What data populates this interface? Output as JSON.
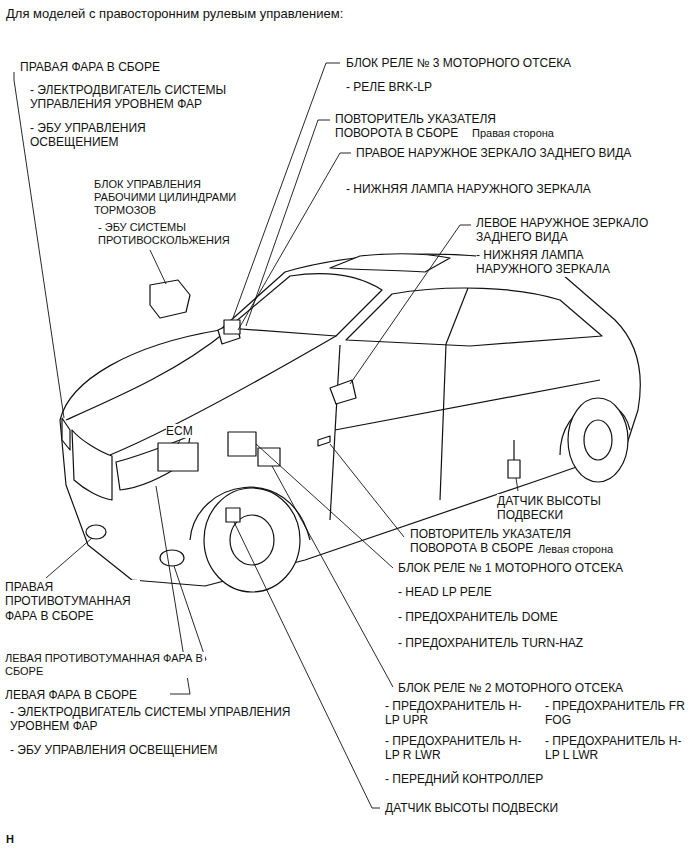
{
  "diagram": {
    "title": "Для моделей с правосторонним рулевым управлением:",
    "labels": [
      "ПРАВАЯ ФАРА В СБОРЕ",
      "- ЭЛЕКТРОДВИГАТЕЛЬ СИСТЕМЫ УПРАВЛЕНИЯ УРОВНЕМ ФАР",
      "- ЭБУ УПРАВЛЕНИЯ ОСВЕЩЕНИЕМ",
      "БЛОК УПРАВЛЕНИЯ РАБОЧИМИ ЦИЛИНДРАМИ ТОРМОЗОВ",
      "- ЭБУ СИСТЕМЫ ПРОТИВОСКОЛЬЖЕНИЯ",
      "БЛОК РЕЛЕ № 3 МОТОРНОГО ОТСЕКА",
      "- РЕЛЕ BRK-LP",
      "ПОВТОРИТЕЛЬ УКАЗАТЕЛЯ ПОВОРОТА В СБОРЕ",
      "Правая сторона",
      "ПРАВОЕ НАРУЖНОЕ ЗЕРКАЛО ЗАДНЕГО ВИДА",
      "- НИЖНЯЯ ЛАМПА НАРУЖНОГО ЗЕРКАЛА",
      "ЛЕВОЕ НАРУЖНОЕ ЗЕРКАЛО ЗАДНЕГО ВИДА",
      "- НИЖНЯЯ ЛАМПА НАРУЖНОГО ЗЕРКАЛА",
      "ECM",
      "ДАТЧИК ВЫСОТЫ ПОДВЕСКИ",
      "ПОВТОРИТЕЛЬ УКАЗАТЕЛЯ ПОВОРОТА В СБОРЕ",
      "Левая сторона",
      "БЛОК РЕЛЕ № 1 МОТОРНОГО ОТСЕКА",
      "- HEAD LP РЕЛЕ",
      "- ПРЕДОХРАНИТЕЛЬ DOME",
      "- ПРЕДОХРАНИТЕЛЬ TURN-HAZ",
      "ПРАВАЯ ПРОТИВОТУМАННАЯ ФАРА В СБОРЕ",
      "ЛЕВАЯ ПРОТИВОТУМАННАЯ ФАРА В СБОРЕ",
      "ЛЕВАЯ ФАРА В СБОРЕ",
      "- ЭЛЕКТРОДВИГАТЕЛЬ СИСТЕМЫ УПРАВЛЕНИЯ УРОВНЕМ ФАР",
      "- ЭБУ УПРАВЛЕНИЯ ОСВЕЩЕНИЕМ",
      "БЛОК РЕЛЕ № 2 МОТОРНОГО ОТСЕКА",
      "- ПРЕДОХРАНИТЕЛЬ H-LP UPR",
      "- ПРЕДОХРАНИТЕЛЬ FR FOG",
      "- ПРЕДОХРАНИТЕЛЬ H-LP R LWR",
      "- ПРЕДОХРАНИТЕЛЬ H-LP L LWR",
      "- ПЕРЕДНИЙ КОНТРОЛЛЕР",
      "ДАТЧИК ВЫСОТЫ ПОДВЕСКИ",
      "H"
    ]
  }
}
